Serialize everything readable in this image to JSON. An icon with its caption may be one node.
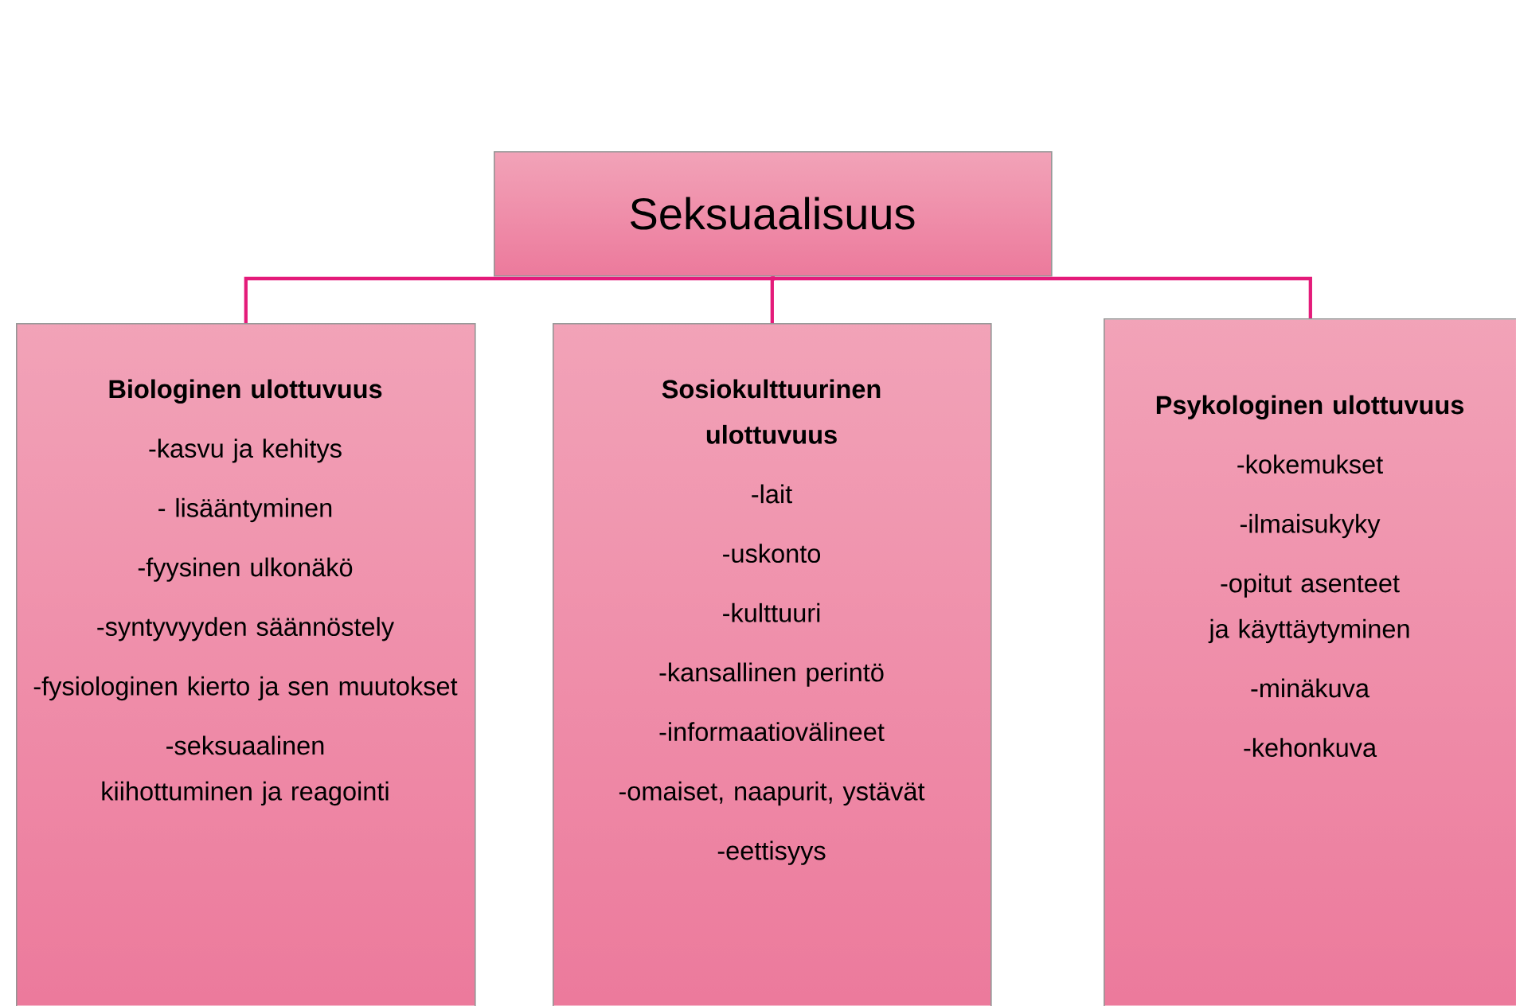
{
  "diagram": {
    "nodes": [
      {
        "text": [
          "Seksuaalisuus"
        ]
      },
      {
        "text": [
          "Biologinen ulottuvuus",
          "-kasvu ja kehitys",
          "- lisääntyminen",
          "-fyysinen ulkonäkö",
          "-syntyvyyden säännöstely",
          "-fysiologinen kierto ja sen muutokset",
          "-seksuaalinen kiihottuminen ja reagointi"
        ]
      },
      {
        "text": [
          "Sosiokulttuurinen ulottuvuus",
          "-lait",
          "-uskonto",
          "-kulttuuri",
          "-kansallinen perintö",
          "-informaatiovälineet",
          "-omaiset, naapurit, ystävät",
          "-eettisyys"
        ]
      },
      {
        "text": [
          "Psykologinen ulottuvuus",
          "-kokemukset",
          "-ilmaisukyky",
          "-opitut asenteet ja käyttäytyminen",
          "-minäkuva",
          "-kehonkuva"
        ]
      }
    ],
    "edges": [
      {
        "from": 0,
        "to": 1,
        "arrow": "none"
      },
      {
        "from": 0,
        "to": 2,
        "arrow": "none"
      },
      {
        "from": 0,
        "to": 3,
        "arrow": "none"
      }
    ]
  }
}
